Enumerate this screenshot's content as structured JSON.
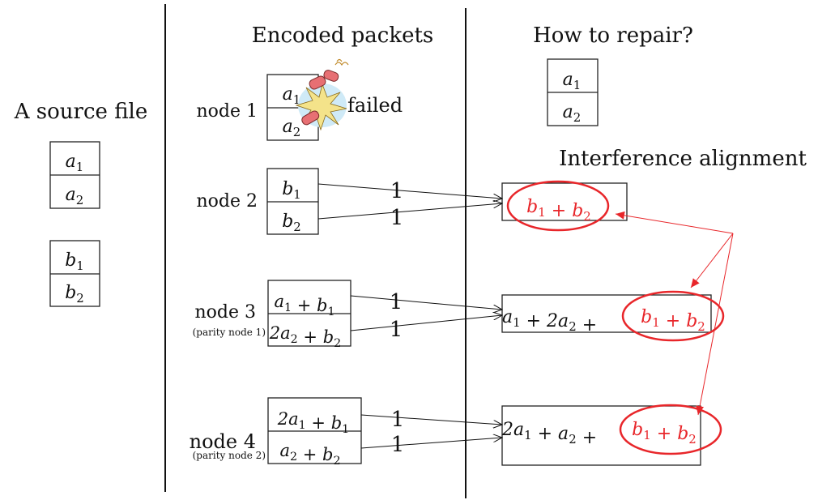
{
  "headers": {
    "source": "A source file",
    "encoded": "Encoded packets",
    "repair": "How to repair?",
    "alignment": "Interference alignment"
  },
  "source_file": {
    "a": [
      "a1",
      "a2"
    ],
    "b": [
      "b1",
      "b2"
    ]
  },
  "nodes": [
    {
      "name": "node 1",
      "sub": "",
      "top": "a1",
      "bottom": "a2",
      "status": "failed"
    },
    {
      "name": "node 2",
      "sub": "",
      "top": "b1",
      "bottom": "b2"
    },
    {
      "name": "node 3",
      "sub": "(parity node 1)",
      "top": "a1 + b1",
      "bottom": "2a2 + b2"
    },
    {
      "name": "node 4",
      "sub": "(parity node 2)",
      "top": "2a1 + b1",
      "bottom": "a2 + b2"
    }
  ],
  "coefficients": [
    "1",
    "1",
    "1",
    "1",
    "1",
    "1"
  ],
  "repair_box": [
    "a1",
    "a2"
  ],
  "received": [
    {
      "plain": "",
      "aligned": "b1 + b2"
    },
    {
      "plain": "a1 + 2a2 +",
      "aligned": "b1 + b2"
    },
    {
      "plain": "2a1 + a2 +",
      "aligned": "b1 + b2"
    }
  ],
  "colors": {
    "aligned": "#e8262a",
    "ink": "#111111"
  },
  "icons": {
    "failure": "exploding-disk-icon"
  }
}
